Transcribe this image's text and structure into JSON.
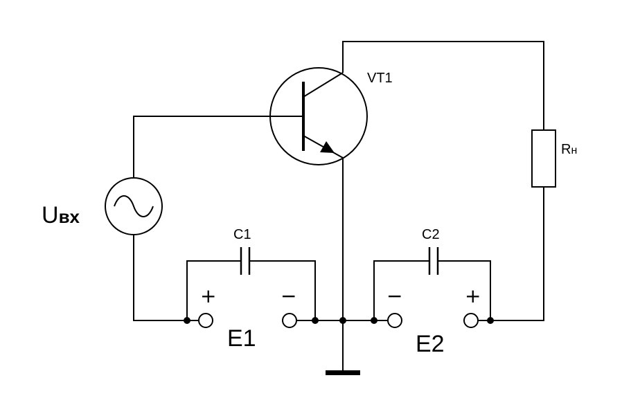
{
  "diagram": {
    "labels": {
      "transistor": "VT1",
      "load_resistor": "R",
      "load_resistor_sub": "н",
      "input_source": "U",
      "input_source_sub": "вх",
      "capacitor_1": "C1",
      "capacitor_2": "C2",
      "battery_1": "E1",
      "battery_2": "E2"
    },
    "polarity": {
      "e1_left": "+",
      "e1_right": "−",
      "e2_left": "−",
      "e2_right": "+"
    },
    "colors": {
      "line": "#000000",
      "background": "#ffffff"
    }
  }
}
